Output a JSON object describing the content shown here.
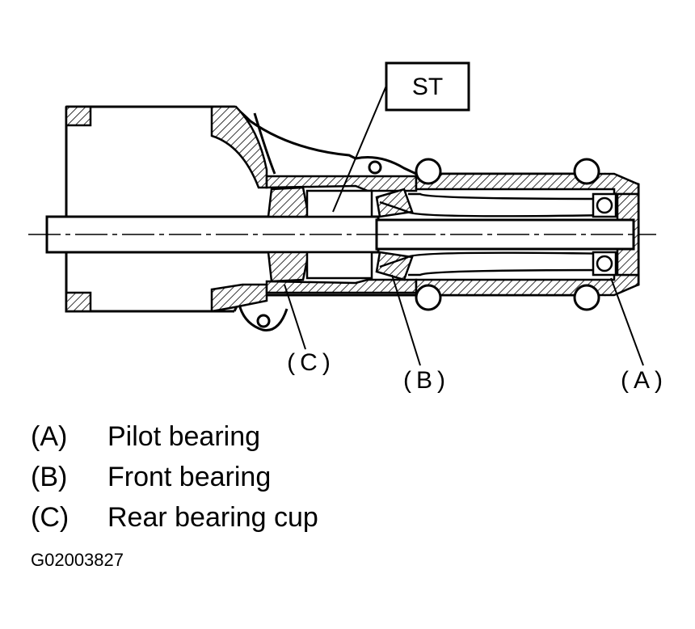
{
  "diagram": {
    "tool_label": "ST",
    "callouts": {
      "a": "(A)",
      "b": "(B)",
      "c": "(C)"
    }
  },
  "legend": [
    {
      "key": "(A)",
      "text": "Pilot bearing"
    },
    {
      "key": "(B)",
      "text": "Front bearing"
    },
    {
      "key": "(C)",
      "text": "Rear bearing cup"
    }
  ],
  "figure_code": "G02003827",
  "colors": {
    "ink": "#000000",
    "paper": "#ffffff"
  }
}
